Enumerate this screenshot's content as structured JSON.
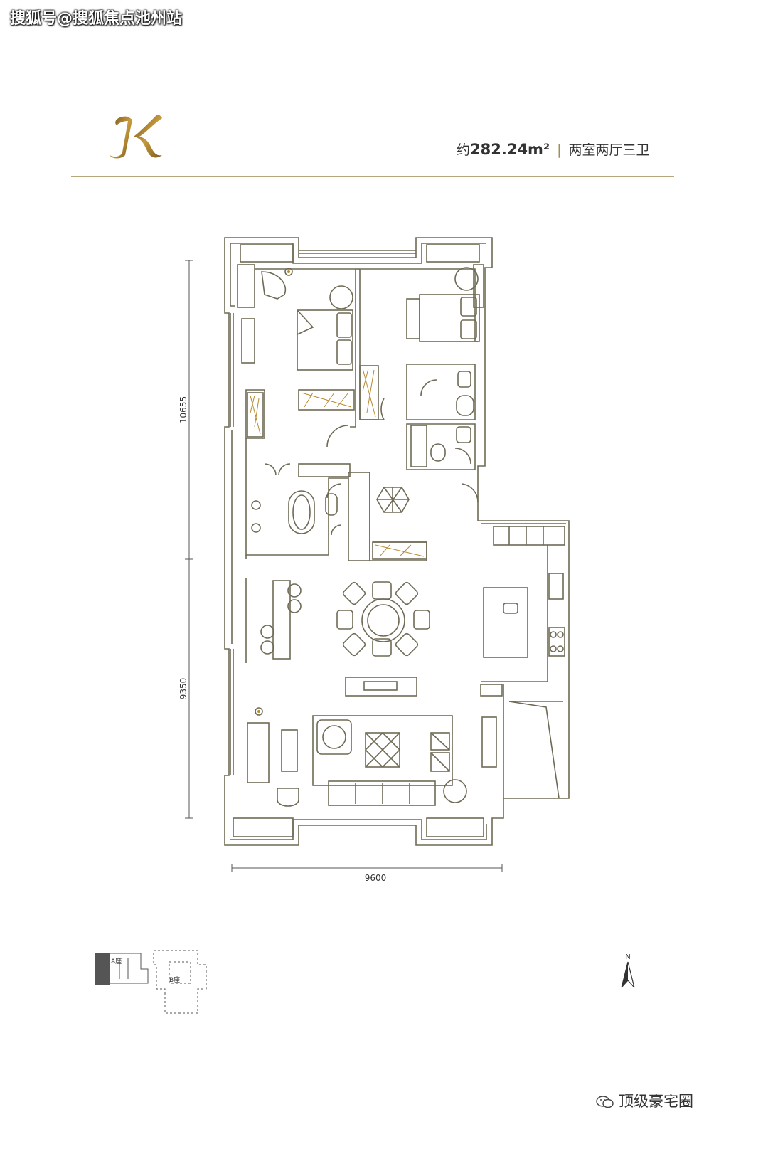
{
  "watermark": "搜狐号@搜狐焦点池州站",
  "header": {
    "logo_letter": "K",
    "area_prefix": "约",
    "area_value": "282.24m²",
    "separator": "|",
    "layout": "两室两厅三卫"
  },
  "dimensions": {
    "upper_height": "10655",
    "lower_height": "9350",
    "width": "9600"
  },
  "key_plan": {
    "building_a": "A座",
    "building_b": "B座"
  },
  "north_label": "N",
  "footer": {
    "account": "顶级豪宅圈"
  },
  "colors": {
    "wall": "#6f6a55",
    "gold": "#a48d55",
    "accent_gold": "#b88a2e"
  }
}
